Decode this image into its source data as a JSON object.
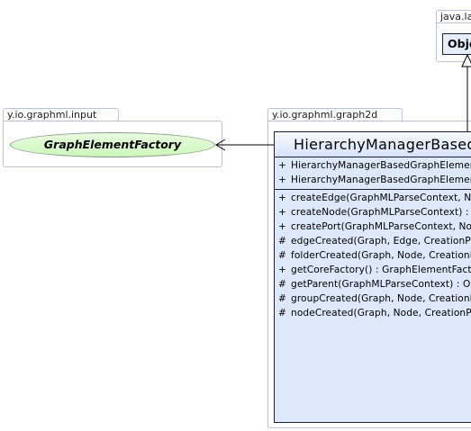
{
  "packages": {
    "input": {
      "name": "y.io.graphml.input"
    },
    "graph2d": {
      "name": "y.io.graphml.graph2d"
    },
    "lang": {
      "name": "java.lang"
    }
  },
  "interface_node": {
    "name": "GraphElementFactory"
  },
  "object_class": {
    "name": "Object"
  },
  "main_class": {
    "name": "HierarchyManagerBasedGraphElementFactory",
    "constructors": [
      {
        "visibility": "+",
        "signature": "HierarchyManagerBasedGraphElementFactory()"
      },
      {
        "visibility": "+",
        "signature": "HierarchyManagerBasedGraphElementFactory(GraphElementFactory)"
      }
    ],
    "methods": [
      {
        "visibility": "+",
        "signature": "createEdge(GraphMLParseContext, Node, Node) : Edge"
      },
      {
        "visibility": "+",
        "signature": "createNode(GraphMLParseContext) : Node"
      },
      {
        "visibility": "+",
        "signature": "createPort(GraphMLParseContext, Node) : Object"
      },
      {
        "visibility": "#",
        "signature": "edgeCreated(Graph, Edge, CreationProperties) : void"
      },
      {
        "visibility": "#",
        "signature": "folderCreated(Graph, Node, CreationProperties) : void"
      },
      {
        "visibility": "+",
        "signature": "getCoreFactory() : GraphElementFactory"
      },
      {
        "visibility": "#",
        "signature": "getParent(GraphMLParseContext) : Object"
      },
      {
        "visibility": "#",
        "signature": "groupCreated(Graph, Node, CreationProperties) : void"
      },
      {
        "visibility": "#",
        "signature": "nodeCreated(Graph, Node, CreationProperties) : void"
      }
    ]
  },
  "colors": {
    "package_border": "#b9c3dc",
    "interface_fill": "#ccf7bb",
    "class_fill": "#dde8fb",
    "class_border": "#1e1e3c"
  }
}
